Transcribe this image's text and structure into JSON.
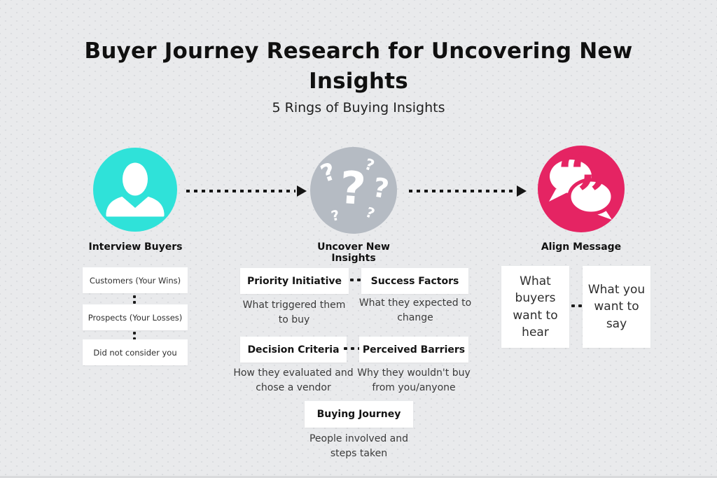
{
  "page": {
    "title": "Buyer Journey Research for Uncovering New Insights",
    "subtitle": "5 Rings of Buying Insights"
  },
  "colors": {
    "background": "#E9EAEC",
    "teal_circle": "#2FE2D9",
    "gray_circle": "#B5BBC3",
    "pink_circle": "#E52463",
    "card_background": "#FFFFFF",
    "heading_text": "#101010",
    "body_text": "#3A3A3A"
  },
  "stages": [
    {
      "label": "Interview Buyers",
      "icon": "person-icon"
    },
    {
      "label": "Uncover New Insights",
      "icon": "question-marks-icon"
    },
    {
      "label": "Align Message",
      "icon": "quote-bubbles-icon"
    }
  ],
  "icons": {
    "question_glyph": "?",
    "open_quote": "“",
    "close_quote": "”"
  },
  "interview_list": {
    "items": [
      {
        "label": "Customers (Your Wins)"
      },
      {
        "label": "Prospects (Your Losses)"
      },
      {
        "label": "Did not consider you"
      }
    ]
  },
  "insight_rings": [
    {
      "title": "Priority Initiative",
      "description": "What triggered them to buy"
    },
    {
      "title": "Success Factors",
      "description": "What they expected to change"
    },
    {
      "title": "Decision Criteria",
      "description": "How they evaluated and chose a vendor"
    },
    {
      "title": "Perceived Barriers",
      "description": "Why they wouldn't buy from you/anyone"
    },
    {
      "title": "Buying Journey",
      "description": "People involved and steps taken"
    }
  ],
  "align_items": [
    {
      "label": "What buyers want to hear"
    },
    {
      "label": "What you want to say"
    }
  ]
}
